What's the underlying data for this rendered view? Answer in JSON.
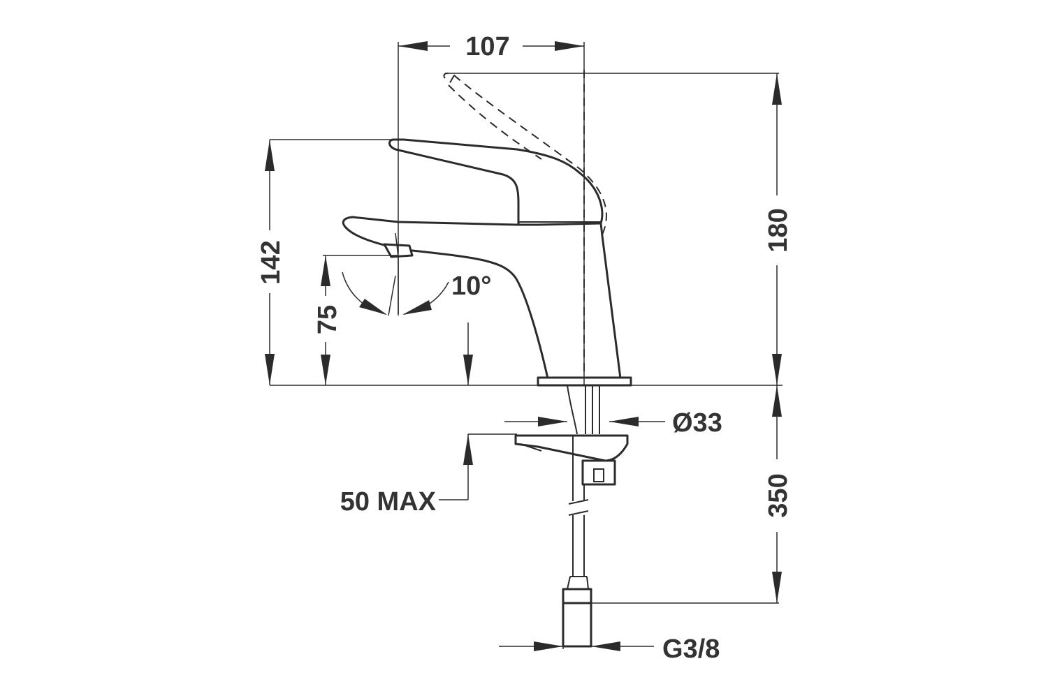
{
  "diagram": {
    "dimensions": {
      "width_top": "107",
      "height_total": "180",
      "height_spout": "142",
      "height_outlet": "75",
      "angle": "10°",
      "hole_diameter": "Ø33",
      "max_thickness": "50 MAX",
      "hose_length": "350",
      "connection_thread": "G3/8"
    }
  }
}
